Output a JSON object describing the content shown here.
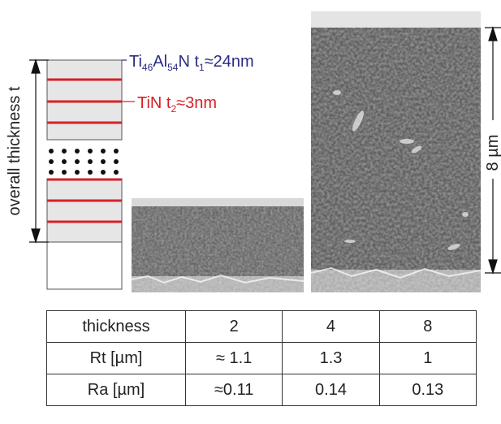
{
  "schematic": {
    "axis_label": "overall thickness t",
    "layer1": {
      "label": "Ti",
      "sub1": "46",
      "mid": "Al",
      "sub2": "54",
      "post": "N t",
      "sub3": "1",
      "value": "≈24nm",
      "color": "#2b2c83"
    },
    "layer2": {
      "label": "TiN t",
      "sub": "2",
      "value": "≈3nm",
      "color": "#d72027"
    },
    "layer_fill": "#e6e6e6",
    "stripe_color": "#d72027"
  },
  "sem_images": {
    "scale_label": "8 µm"
  },
  "table": {
    "rows": [
      {
        "header": "thickness",
        "values": [
          "2",
          "4",
          "8"
        ]
      },
      {
        "header": "Rt [µm]",
        "values": [
          "≈ 1.1",
          "1.3",
          "1"
        ]
      },
      {
        "header": "Ra [µm]",
        "values": [
          "≈0.11",
          "0.14",
          "0.13"
        ]
      }
    ]
  }
}
